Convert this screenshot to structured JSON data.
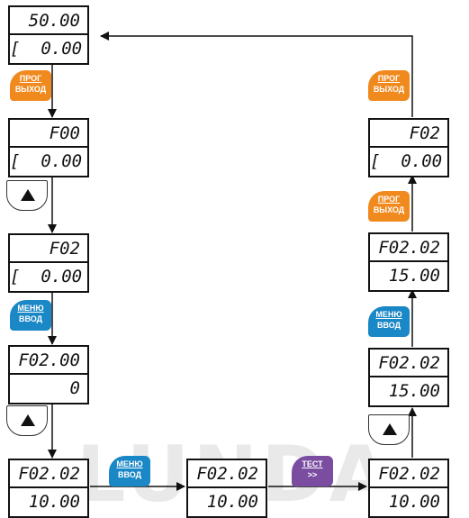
{
  "watermark": "LUNDA",
  "displays": [
    {
      "id": "d1",
      "top": "50.00",
      "bottom": "[  0.00"
    },
    {
      "id": "d2",
      "top": "F00",
      "bottom": "[  0.00"
    },
    {
      "id": "d3",
      "top": "F02",
      "bottom": "[  0.00"
    },
    {
      "id": "d4",
      "top": "F02.00",
      "bottom": "0"
    },
    {
      "id": "d5",
      "top": "F02.02",
      "bottom": "10.00"
    },
    {
      "id": "d6",
      "top": "F02.02",
      "bottom": "10.00"
    },
    {
      "id": "d7",
      "top": "F02.02",
      "bottom": "10.00"
    },
    {
      "id": "d8",
      "top": "F02.02",
      "bottom": "15.00"
    },
    {
      "id": "d9",
      "top": "F02.02",
      "bottom": "15.00"
    },
    {
      "id": "d10",
      "top": "F02",
      "bottom": "[  0.00"
    }
  ],
  "buttons": {
    "prog": {
      "line1": "ПРОГ",
      "line2": "ВЫХОД",
      "color": "#f08a1e"
    },
    "menu": {
      "line1": "МЕНЮ",
      "line2": "ВВОД",
      "color": "#1a87c6"
    },
    "test": {
      "line1": "ТЕСТ",
      "line2": ">>",
      "color": "#7a4da0"
    }
  },
  "up_key_icon": "up-triangle-icon"
}
